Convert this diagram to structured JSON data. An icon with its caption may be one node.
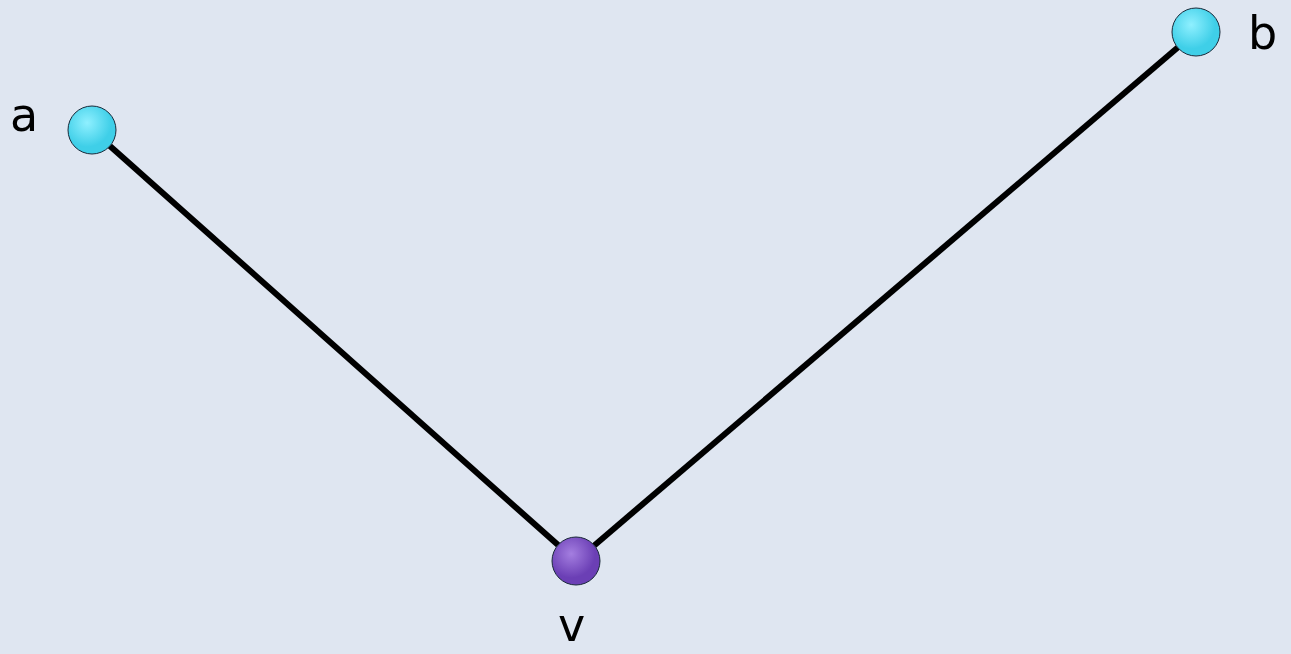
{
  "diagram": {
    "nodes": [
      {
        "text": [],
        "shape": "circle",
        "beside": [
          "a"
        ]
      },
      {
        "text": [],
        "shape": "circle",
        "beside": [
          "b"
        ]
      },
      {
        "text": [],
        "shape": "circle",
        "beside": [
          "v"
        ]
      }
    ],
    "edges": [
      {
        "from": 0,
        "to": 2,
        "arrow": "none"
      },
      {
        "from": 2,
        "to": 1,
        "arrow": "none"
      }
    ]
  }
}
